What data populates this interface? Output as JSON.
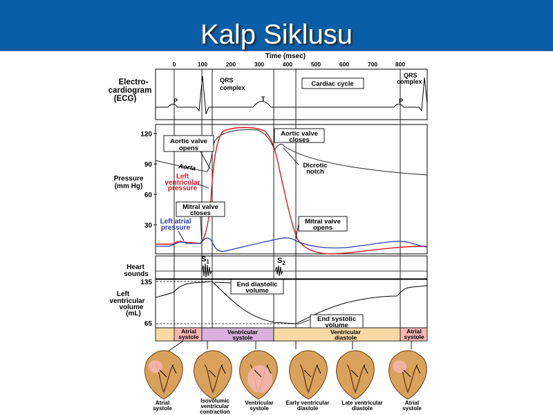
{
  "slide": {
    "title": "Kalp Siklusu"
  },
  "diagram": {
    "time_axis": {
      "title": "Time (msec)",
      "ticks": [
        "0",
        "100",
        "200",
        "300",
        "400",
        "500",
        "600",
        "700",
        "800"
      ]
    },
    "ecg": {
      "label_1": "Electro-",
      "label_2": "cardiogram",
      "label_3": "(ECG)",
      "p": "P",
      "t": "T",
      "p2": "P",
      "qrs_1": "QRS",
      "qrs_2": "complex",
      "qrs2_1": "QRS",
      "qrs2_2": "complex",
      "cycle": "Cardiac cycle"
    },
    "pressure": {
      "label_1": "Pressure",
      "label_2": "(mm Hg)",
      "ticks": [
        "120",
        "90",
        "60",
        "30"
      ],
      "aortic_opens_1": "Aortic valve",
      "aortic_opens_2": "opens",
      "aortic_closes_1": "Aortic valve",
      "aortic_closes_2": "closes",
      "aorta": "Aorta",
      "dicrotic_1": "Dicrotic",
      "dicrotic_2": "notch",
      "lv_1": "Left",
      "lv_2": "ventricular",
      "lv_3": "pressure",
      "mitral_closes_1": "Mitral valve",
      "mitral_closes_2": "closes",
      "mitral_opens_1": "Mitral valve",
      "mitral_opens_2": "opens",
      "la_1": "Left atrial",
      "la_2": "pressure"
    },
    "sounds": {
      "label_1": "Heart",
      "label_2": "sounds",
      "s1": "S",
      "s1_sub": "1",
      "s2": "S",
      "s2_sub": "2"
    },
    "volume": {
      "label_1": "Left",
      "label_2": "ventricular",
      "label_3": "volume",
      "label_4": "(mL)",
      "ticks": [
        "135",
        "65"
      ],
      "edv_1": "End diastolic",
      "edv_2": "volume",
      "esv_1": "End systolic",
      "esv_2": "volume"
    },
    "phases": {
      "atrial_1": "Atrial",
      "atrial_2": "systole",
      "vsys_1": "Ventricular",
      "vsys_2": "systole",
      "vdia_1": "Ventricular",
      "vdia_2": "diastole",
      "atrial2_1": "Atrial",
      "atrial2_2": "systole"
    },
    "hearts": [
      {
        "l1": "Atrial",
        "l2": "systole",
        "l3": ""
      },
      {
        "l1": "Isovolumic",
        "l2": "ventricular",
        "l3": "contraction"
      },
      {
        "l1": "Ventricular",
        "l2": "systole",
        "l3": ""
      },
      {
        "l1": "Early ventricular",
        "l2": "diastole",
        "l3": ""
      },
      {
        "l1": "Late ventricular",
        "l2": "diastole",
        "l3": ""
      },
      {
        "l1": "Atrial",
        "l2": "systole",
        "l3": ""
      }
    ],
    "colors": {
      "lv_pressure": "#d8141e",
      "la_pressure": "#2b3fa6",
      "aorta": "#222222",
      "atrial_phase": "#f6b6b4",
      "vsys_phase": "#d8b2dc",
      "vdia_phase": "#f9d9a6",
      "heart_tissue": "#d9a25c"
    }
  }
}
